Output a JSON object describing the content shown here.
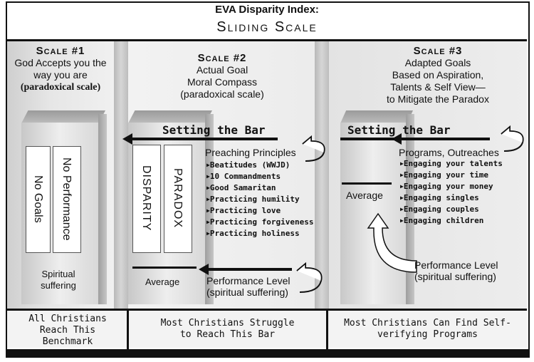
{
  "title": "EVA Disparity Index:",
  "subtitle": "Sliding Scale",
  "scale1": {
    "heading": "Scale #1",
    "line1": "God Accepts you the",
    "line2": "way you are",
    "line3": "(paradoxical scale)",
    "box_left": "No Goals",
    "box_right": "No Performance",
    "label1": "Spiritual",
    "label2": "suffering",
    "footer1": "All Christians",
    "footer2": "Reach This",
    "footer3": "Benchmark"
  },
  "scale2": {
    "heading": "Scale #2",
    "line1": "Actual Goal",
    "line2": "Moral Compass",
    "line3": "(paradoxical scale)",
    "bar_label": "Setting the Bar",
    "box_left": "DISPARITY",
    "box_right": "PARADOX",
    "list_title": "Preaching Principles",
    "items": [
      "Beatitudes (WWJD)",
      "10 Commandments",
      "Good Samaritan",
      "Practicing humility",
      "Practicing love",
      "Practicing forgiveness",
      "Practicing holiness"
    ],
    "average": "Average",
    "perf1": "Performance Level",
    "perf2": "(spiritual suffering)",
    "footer1": "Most Christians Struggle",
    "footer2": "to Reach This Bar"
  },
  "scale3": {
    "heading": "Scale #3",
    "line1": "Adapted Goals",
    "line2": "Based on Aspiration,",
    "line3": "Talents & Self View—",
    "line4": "to Mitigate the Paradox",
    "bar_label": "Setting the Bar",
    "average": "Average",
    "list_title": "Programs, Outreaches",
    "items": [
      "Engaging your talents",
      "Engaging your time",
      "Engaging your money",
      "Engaging singles",
      "Engaging couples",
      "Engaging children"
    ],
    "perf1": "Performance Level",
    "perf2": "(spiritual suffering)",
    "footer1": "Most Christians Can Find Self-",
    "footer2": "verifying Programs"
  }
}
